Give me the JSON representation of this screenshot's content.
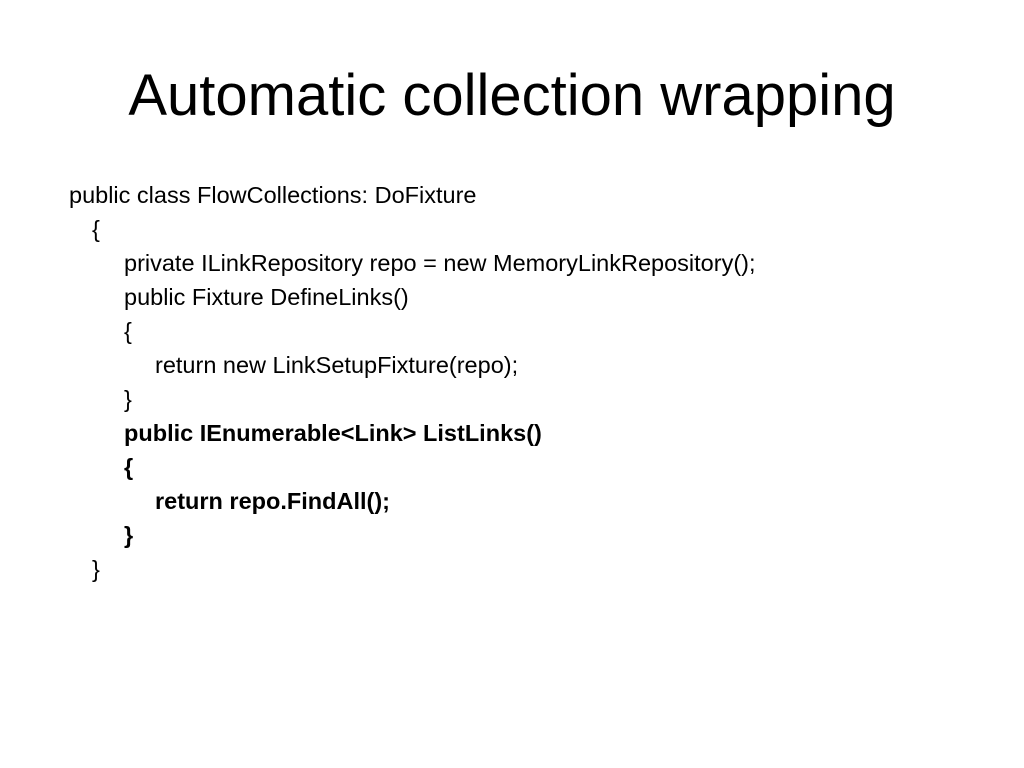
{
  "slide": {
    "title": "Automatic collection wrapping",
    "code_lines": [
      {
        "text": "public class FlowCollections: DoFixture",
        "indent": 0,
        "bold": false
      },
      {
        "text": "{",
        "indent": 1,
        "bold": false
      },
      {
        "text": "private ILinkRepository repo = new MemoryLinkRepository();",
        "indent": 2,
        "bold": false
      },
      {
        "text": "public Fixture DefineLinks()",
        "indent": 2,
        "bold": false
      },
      {
        "text": "{",
        "indent": 2,
        "bold": false
      },
      {
        "text": "return new LinkSetupFixture(repo);",
        "indent": 3,
        "bold": false
      },
      {
        "text": "}",
        "indent": 2,
        "bold": false
      },
      {
        "text": "public IEnumerable<Link> ListLinks()",
        "indent": 2,
        "bold": true
      },
      {
        "text": "{",
        "indent": 2,
        "bold": true
      },
      {
        "text": "return repo.FindAll();",
        "indent": 3,
        "bold": true
      },
      {
        "text": "}",
        "indent": 2,
        "bold": true
      },
      {
        "text": "}",
        "indent": 1,
        "bold": false
      }
    ]
  }
}
